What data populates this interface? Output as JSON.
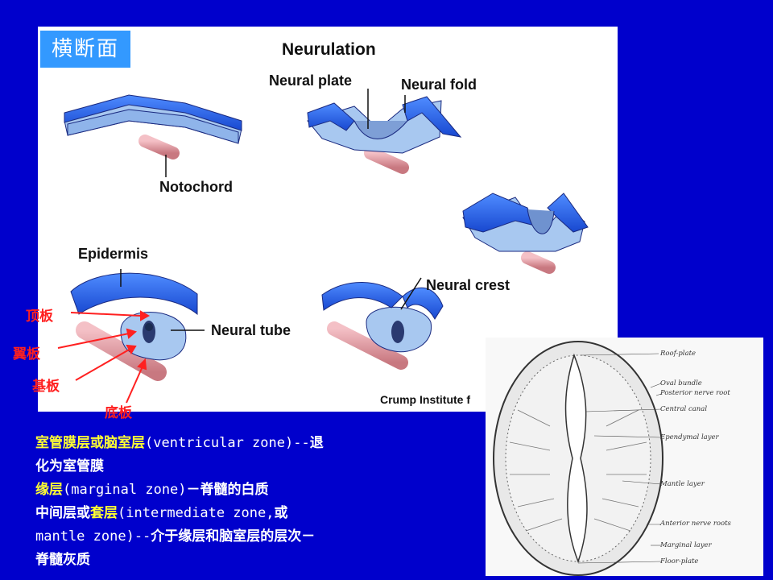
{
  "title": "横断面",
  "diagram": {
    "heading": "Neurulation",
    "labels": {
      "neural_plate": "Neural plate",
      "neural_fold": "Neural fold",
      "notochord": "Notochord",
      "epidermis": "Epidermis",
      "neural_crest": "Neural crest",
      "neural_tube": "Neural tube",
      "credit": "Crump Institute f"
    },
    "plate_labels": {
      "roof": "顶板",
      "alar": "翼板",
      "basal": "基板",
      "floor": "底板"
    }
  },
  "notes": {
    "line1_zh_a": "室管膜层或脑室层",
    "line1_en": "(ventricular zone)--",
    "line1_zh_b": "退",
    "line2": "化为室管膜",
    "line3_zh_a": "缘层",
    "line3_en": "(marginal zone)",
    "line3_zh_b": "－脊髓的白质",
    "line4_zh_a": "中间层或",
    "line4_zh_b": "套层",
    "line4_en": "(intermediate zone,",
    "line4_zh_c": "或",
    "line5_en": "mantle zone)--",
    "line5_zh": "介于缘层和脑室层的层次－",
    "line6": "脊髓灰质"
  },
  "section_labels": {
    "roof_plate": "Roof-plate",
    "oval_bundle": "Oval bundle",
    "posterior_root": "Posterior nerve root",
    "central_canal": "Central canal",
    "ependymal": "Ependymal layer",
    "mantle": "Mantle layer",
    "anterior_root": "Anterior nerve roots",
    "marginal": "Marginal layer",
    "floor_plate": "Floor-plate"
  },
  "colors": {
    "background": "#0000cc",
    "title_box": "#3399ff",
    "highlight_text": "#ffff33",
    "plate_label_red": "#ff2020",
    "tissue_blue": "#1f5fe6",
    "tissue_light": "#a8c8f0",
    "notochord_pink": "#e8a0a8"
  }
}
